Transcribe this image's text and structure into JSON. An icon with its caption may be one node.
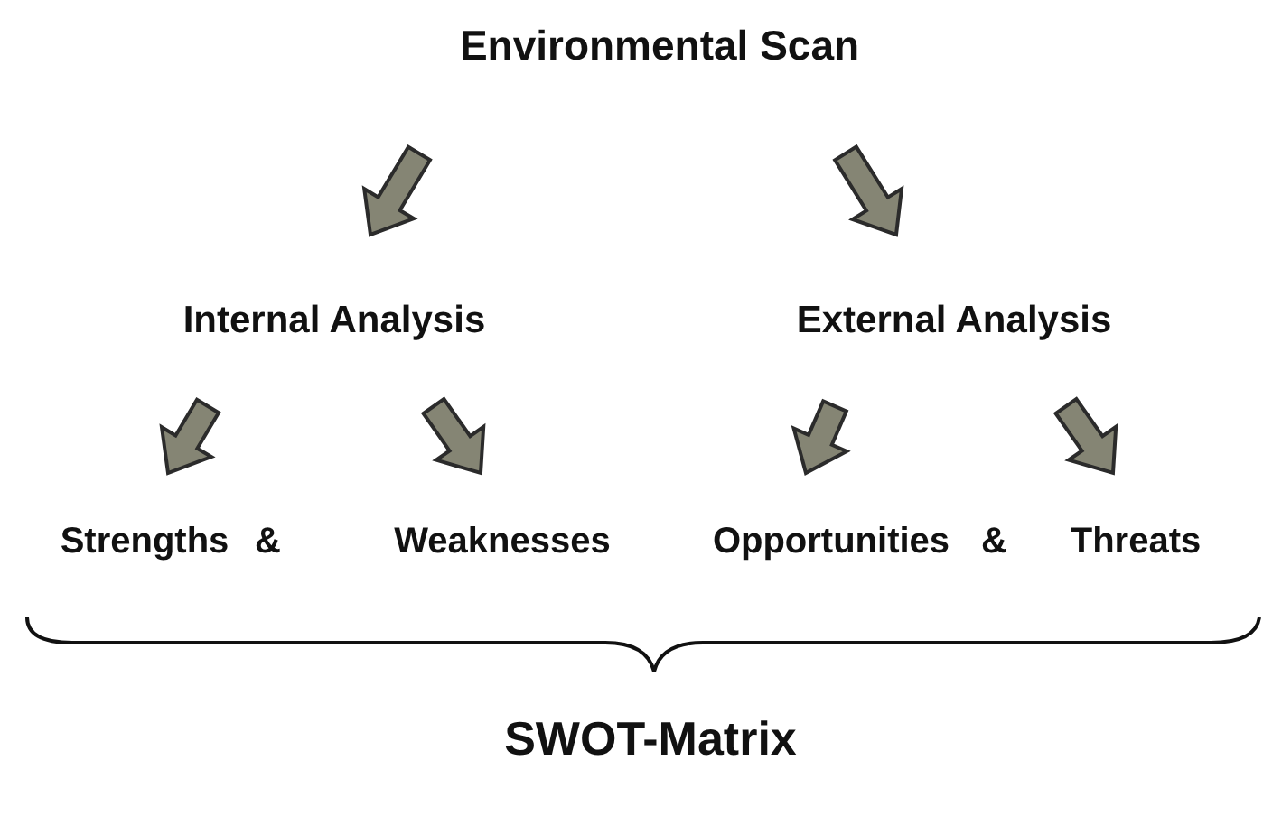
{
  "diagram": {
    "nodes": [
      {
        "text": [
          "Environmental Scan"
        ]
      },
      {
        "text": [
          "Internal Analysis"
        ]
      },
      {
        "text": [
          "External Analysis"
        ]
      },
      {
        "text": [
          "Strengths"
        ]
      },
      {
        "text": [
          "Weaknesses"
        ]
      },
      {
        "text": [
          "Opportunities"
        ]
      },
      {
        "text": [
          "Threats"
        ]
      },
      {
        "text": [
          "SWOT-Matrix"
        ]
      }
    ],
    "edges": [
      {
        "from": 0,
        "to": 1,
        "arrow": "to"
      },
      {
        "from": 0,
        "to": 2,
        "arrow": "to"
      },
      {
        "from": 1,
        "to": 3,
        "arrow": "to"
      },
      {
        "from": 1,
        "to": 4,
        "arrow": "to"
      },
      {
        "from": 2,
        "to": 5,
        "arrow": "to"
      },
      {
        "from": 2,
        "to": 6,
        "arrow": "to"
      }
    ],
    "labels": [
      "&",
      "&"
    ]
  }
}
